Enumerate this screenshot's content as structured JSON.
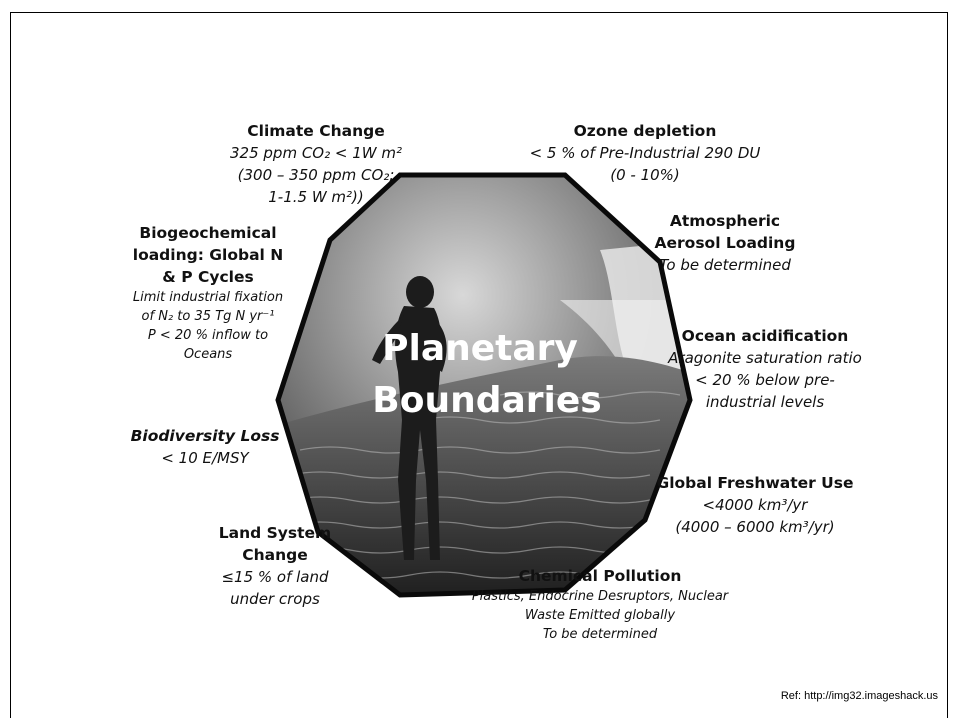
{
  "center": {
    "line1": "Planetary",
    "line2": "Boundaries"
  },
  "boundaries": {
    "climate": {
      "title": "Climate Change",
      "l1": "325 ppm CO₂ < 1W m²",
      "l2": "(300 – 350 ppm CO₂;",
      "l3": "1-1.5 W m²))"
    },
    "ozone": {
      "title": "Ozone depletion",
      "l1": "< 5 % of Pre-Industrial 290 DU",
      "l2": "(0 - 10%)"
    },
    "aerosol": {
      "title1": "Atmospheric",
      "title2": "Aerosol Loading",
      "l1": "To be determined"
    },
    "ocean": {
      "title": "Ocean acidification",
      "l1": "Aragonite saturation ratio",
      "l2": "< 20 % below pre-",
      "l3": "industrial levels"
    },
    "freshwater": {
      "title": "Global Freshwater Use",
      "l1": "<4000 km³/yr",
      "l2": "(4000 – 6000 km³/yr)"
    },
    "chemical": {
      "title": "Chemical Pollution",
      "l1": "Plastics, Endocrine Desruptors, Nuclear",
      "l2": "Waste Emitted globally",
      "l3": "To be determined"
    },
    "land": {
      "title1": "Land System",
      "title2": "Change",
      "l1": "≤15 % of land",
      "l2": "under crops"
    },
    "biodiversity": {
      "title": "Biodiversity Loss",
      "l1": "< 10 E/MSY"
    },
    "biogeo": {
      "title1": "Biogeochemical",
      "title2": "loading: Global N",
      "title3": "& P Cycles",
      "l1": "Limit industrial fixation",
      "l2": "of N₂ to 35 Tg N yr⁻¹",
      "l3": "P < 20 % inflow to",
      "l4": "Oceans"
    }
  },
  "reference": "Ref: http://img32.imageshack.us"
}
